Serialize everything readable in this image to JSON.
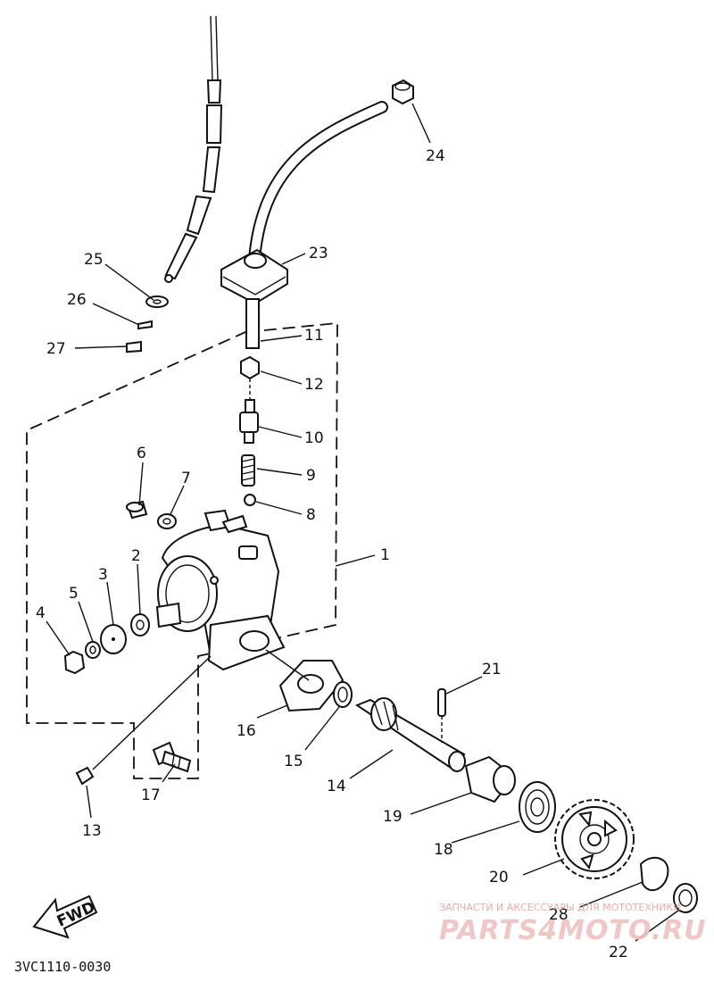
{
  "diagram": {
    "parts": [
      {
        "id": "p1",
        "number": "1"
      },
      {
        "id": "p2",
        "number": "2"
      },
      {
        "id": "p3",
        "number": "3"
      },
      {
        "id": "p4",
        "number": "4"
      },
      {
        "id": "p5",
        "number": "5"
      },
      {
        "id": "p6",
        "number": "6"
      },
      {
        "id": "p7",
        "number": "7"
      },
      {
        "id": "p8",
        "number": "8"
      },
      {
        "id": "p9",
        "number": "9"
      },
      {
        "id": "p10",
        "number": "10"
      },
      {
        "id": "p11",
        "number": "11"
      },
      {
        "id": "p12",
        "number": "12"
      },
      {
        "id": "p13",
        "number": "13"
      },
      {
        "id": "p14",
        "number": "14"
      },
      {
        "id": "p15",
        "number": "15"
      },
      {
        "id": "p16",
        "number": "16"
      },
      {
        "id": "p17",
        "number": "17"
      },
      {
        "id": "p18",
        "number": "18"
      },
      {
        "id": "p19",
        "number": "19"
      },
      {
        "id": "p20",
        "number": "20"
      },
      {
        "id": "p21",
        "number": "21"
      },
      {
        "id": "p22",
        "number": "22"
      },
      {
        "id": "p23",
        "number": "23"
      },
      {
        "id": "p24",
        "number": "24"
      },
      {
        "id": "p25",
        "number": "25"
      },
      {
        "id": "p26",
        "number": "26"
      },
      {
        "id": "p27",
        "number": "27"
      },
      {
        "id": "p28",
        "number": "28"
      }
    ],
    "fwd_label": "FWD",
    "drawing_code": "3VC1110-0030"
  },
  "watermark": {
    "line1": "ЗАПЧАСТИ И АКСЕССУАРЫ ДЛЯ МОТОТЕХНИКИ",
    "line2": "PARTS4MOTO.RU"
  }
}
